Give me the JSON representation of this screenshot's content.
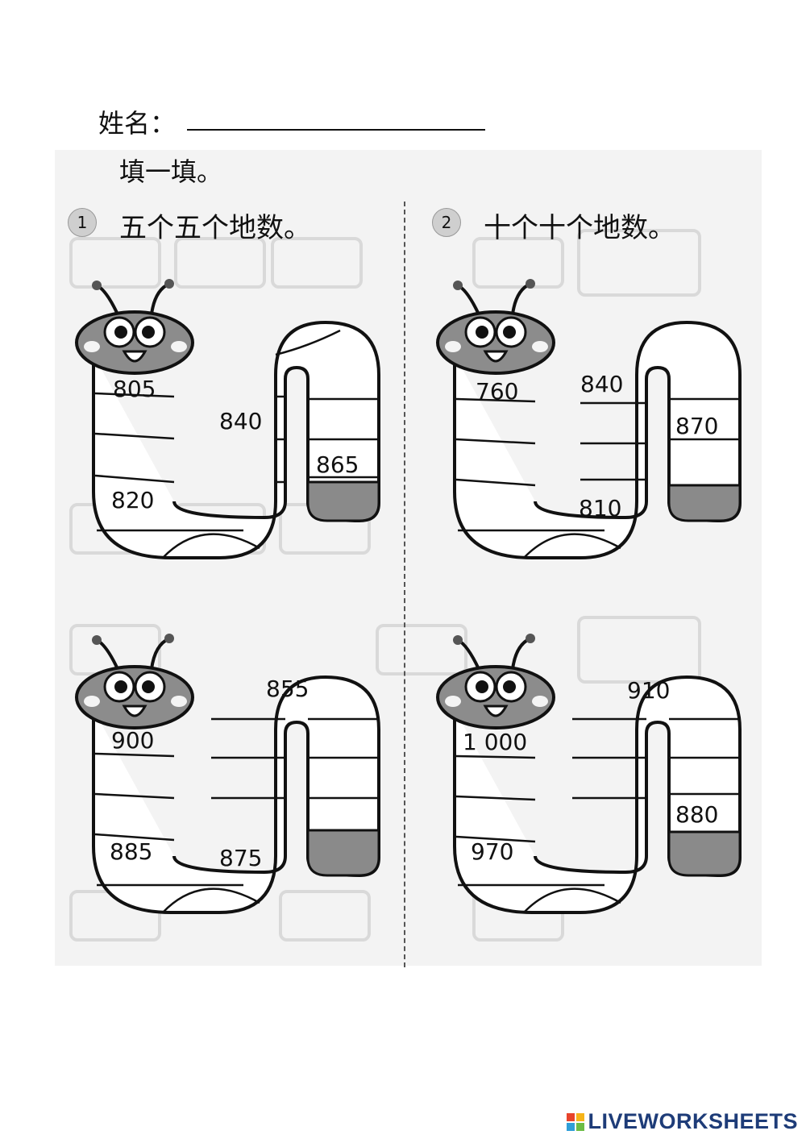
{
  "header": {
    "name_label": "姓名："
  },
  "worksheet": {
    "instruction": "填一填。",
    "sections": [
      {
        "number": "1",
        "title": "五个五个地数。"
      },
      {
        "number": "2",
        "title": "十个十个地数。"
      }
    ],
    "worms": [
      {
        "numbers": [
          "805",
          "840",
          "865",
          "820"
        ]
      },
      {
        "numbers": [
          "760",
          "840",
          "870",
          "810"
        ]
      },
      {
        "numbers": [
          "900",
          "855",
          "885",
          "875"
        ]
      },
      {
        "numbers": [
          "1 000",
          "910",
          "880",
          "970"
        ]
      }
    ]
  },
  "footer": {
    "brand": "LIVEWORKSHEETS"
  },
  "colors": {
    "worm_head": "#8c8c8c",
    "worm_tail": "#8a8a8a",
    "brand_text": "#1e3c78",
    "brand_logo": [
      "#e8442b",
      "#f6b419",
      "#2f9fd8",
      "#6cbd45"
    ]
  }
}
